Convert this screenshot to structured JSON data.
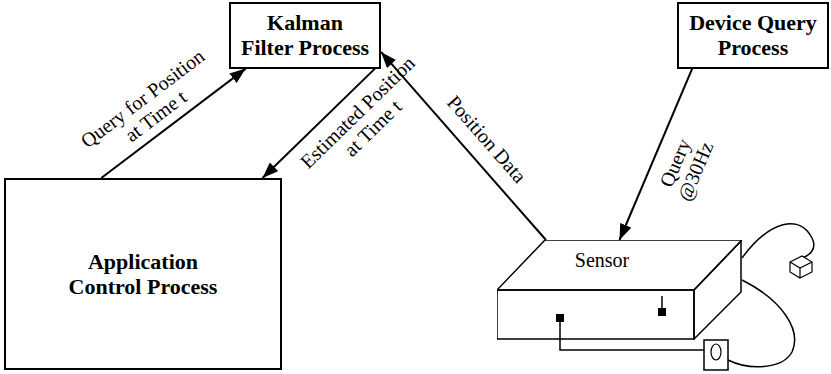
{
  "diagram": {
    "nodes": [
      {
        "text": [
          "Kalman Filter Process"
        ]
      },
      {
        "text": [
          "Device Query Process"
        ]
      },
      {
        "text": [
          "Application Control Process"
        ]
      },
      {
        "text": [
          "Sensor"
        ]
      }
    ],
    "edges": [
      {
        "from": 2,
        "to": 0,
        "arrow": "to",
        "label": "Query for Position at Time t"
      },
      {
        "from": 0,
        "to": 2,
        "arrow": "to",
        "label": "Estimated Position at Time t"
      },
      {
        "from": 3,
        "to": 0,
        "arrow": "to",
        "label": "Position Data"
      },
      {
        "from": 1,
        "to": 3,
        "arrow": "to",
        "label": "Query @30Hz"
      }
    ]
  }
}
